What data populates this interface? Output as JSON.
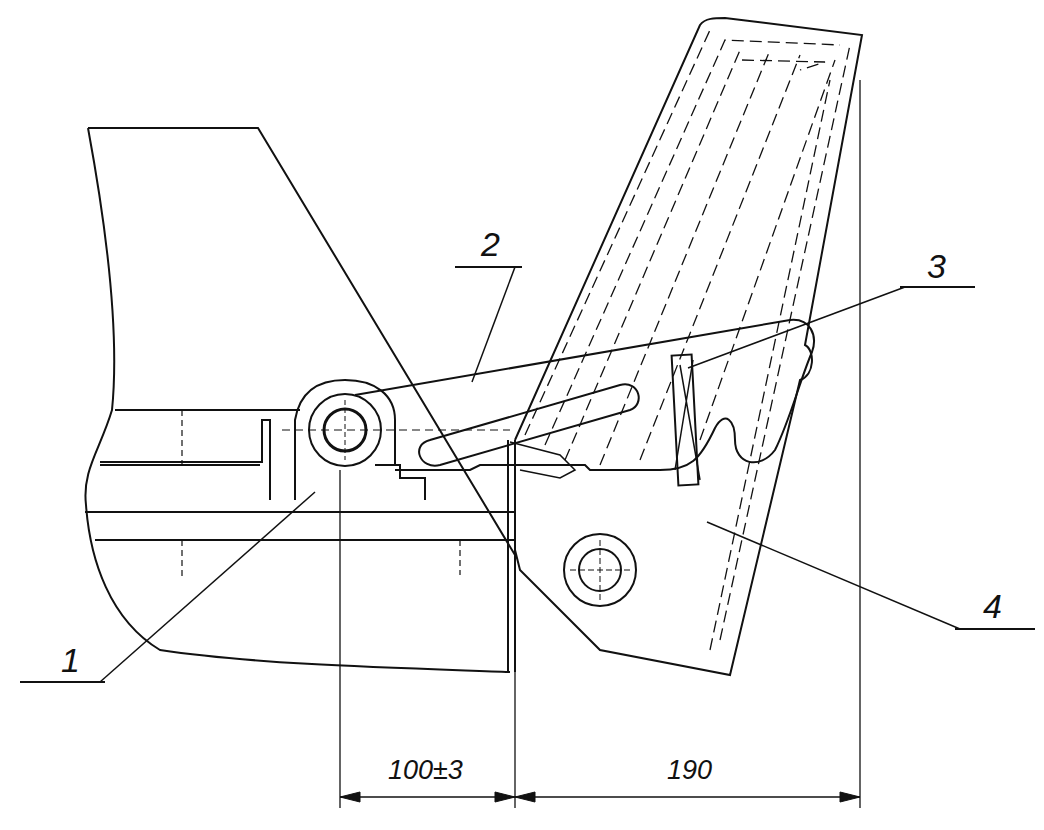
{
  "diagram": {
    "labels": [
      "2",
      "3",
      "1",
      "4",
      "100±3",
      "190"
    ]
  }
}
